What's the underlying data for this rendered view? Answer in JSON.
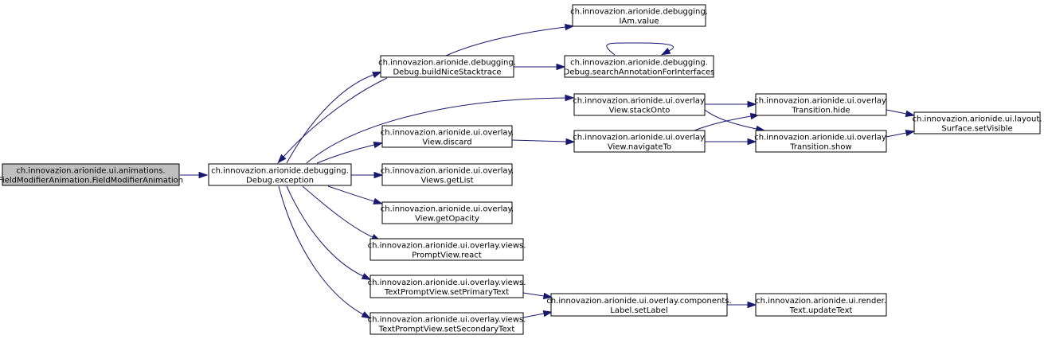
{
  "colors": {
    "edge": "#191970",
    "root_fill": "#bfbfbf",
    "node_fill": "#ffffff",
    "node_stroke": "#000000"
  },
  "nodes": [
    {
      "id": "root",
      "root": true,
      "lines": [
        "ch.innovazion.arionide.ui.animations.",
        "FieldModifierAnimation.FieldModifierAnimation"
      ]
    },
    {
      "id": "exception",
      "lines": [
        "ch.innovazion.arionide.debugging.",
        "Debug.exception"
      ]
    },
    {
      "id": "buildNice",
      "lines": [
        "ch.innovazion.arionide.debugging.",
        "Debug.buildNiceStacktrace"
      ]
    },
    {
      "id": "iamvalue",
      "lines": [
        "ch.innovazion.arionide.debugging.",
        "IAm.value"
      ]
    },
    {
      "id": "searchAnn",
      "lines": [
        "ch.innovazion.arionide.debugging.",
        "Debug.searchAnnotationForInterfaces"
      ]
    },
    {
      "id": "stackOnto",
      "lines": [
        "ch.innovazion.arionide.ui.overlay.",
        "View.stackOnto"
      ]
    },
    {
      "id": "discard",
      "lines": [
        "ch.innovazion.arionide.ui.overlay.",
        "View.discard"
      ]
    },
    {
      "id": "navigateTo",
      "lines": [
        "ch.innovazion.arionide.ui.overlay.",
        "View.navigateTo"
      ]
    },
    {
      "id": "hide",
      "lines": [
        "ch.innovazion.arionide.ui.overlay.",
        "Transition.hide"
      ]
    },
    {
      "id": "show",
      "lines": [
        "ch.innovazion.arionide.ui.overlay.",
        "Transition.show"
      ]
    },
    {
      "id": "setVisible",
      "lines": [
        "ch.innovazion.arionide.ui.layout.",
        "Surface.setVisible"
      ]
    },
    {
      "id": "getList",
      "lines": [
        "ch.innovazion.arionide.ui.overlay.",
        "Views.getList"
      ]
    },
    {
      "id": "getOpacity",
      "lines": [
        "ch.innovazion.arionide.ui.overlay.",
        "View.getOpacity"
      ]
    },
    {
      "id": "react",
      "lines": [
        "ch.innovazion.arionide.ui.overlay.views.",
        "PromptView.react"
      ]
    },
    {
      "id": "setPrimary",
      "lines": [
        "ch.innovazion.arionide.ui.overlay.views.",
        "TextPromptView.setPrimaryText"
      ]
    },
    {
      "id": "setSecondary",
      "lines": [
        "ch.innovazion.arionide.ui.overlay.views.",
        "TextPromptView.setSecondaryText"
      ]
    },
    {
      "id": "setLabel",
      "lines": [
        "ch.innovazion.arionide.ui.overlay.components.",
        "Label.setLabel"
      ]
    },
    {
      "id": "updateText",
      "lines": [
        "ch.innovazion.arionide.ui.render.",
        "Text.updateText"
      ]
    }
  ],
  "edges": [
    [
      "root",
      "exception"
    ],
    [
      "exception",
      "buildNice"
    ],
    [
      "exception",
      "stackOnto"
    ],
    [
      "exception",
      "discard"
    ],
    [
      "exception",
      "getList"
    ],
    [
      "exception",
      "getOpacity"
    ],
    [
      "exception",
      "react"
    ],
    [
      "exception",
      "setPrimary"
    ],
    [
      "exception",
      "setSecondary"
    ],
    [
      "buildNice",
      "exception"
    ],
    [
      "buildNice",
      "iamvalue"
    ],
    [
      "buildNice",
      "searchAnn"
    ],
    [
      "searchAnn",
      "searchAnn"
    ],
    [
      "stackOnto",
      "hide"
    ],
    [
      "stackOnto",
      "show"
    ],
    [
      "discard",
      "navigateTo"
    ],
    [
      "navigateTo",
      "hide"
    ],
    [
      "navigateTo",
      "show"
    ],
    [
      "hide",
      "setVisible"
    ],
    [
      "show",
      "setVisible"
    ],
    [
      "setPrimary",
      "setLabel"
    ],
    [
      "setSecondary",
      "setLabel"
    ],
    [
      "setLabel",
      "updateText"
    ]
  ]
}
